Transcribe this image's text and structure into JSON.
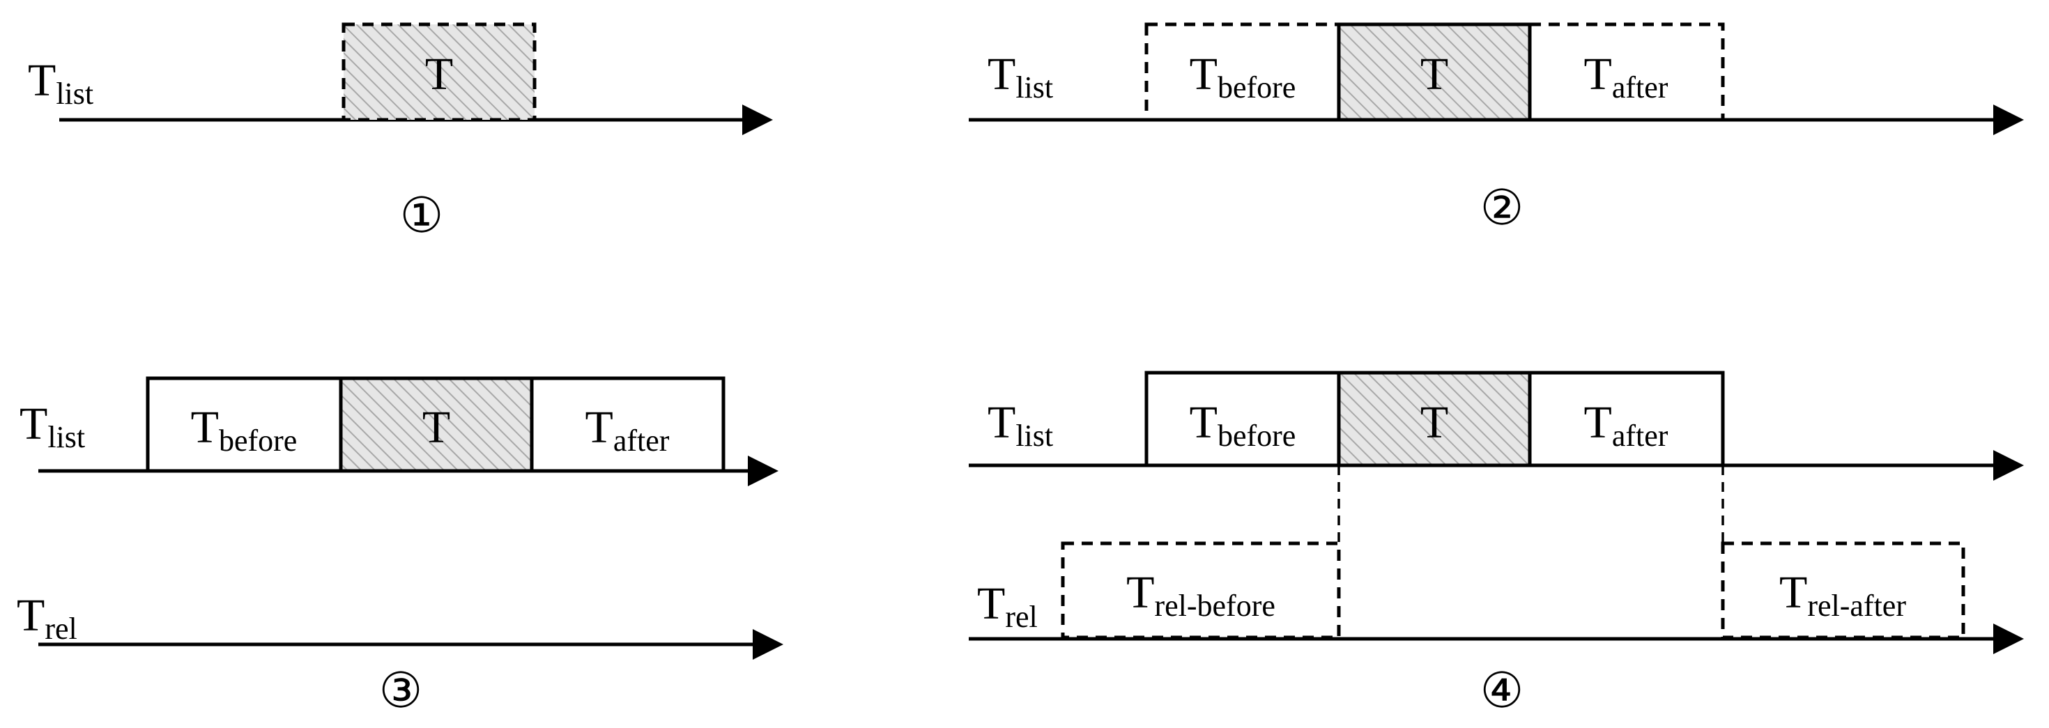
{
  "panels": {
    "p1": {
      "number": "①",
      "row_label": {
        "main": "T",
        "sub": "list"
      },
      "box_label": "T"
    },
    "p2": {
      "number": "②",
      "row_label": {
        "main": "T",
        "sub": "list"
      },
      "boxes": {
        "before": {
          "main": "T",
          "sub": "before"
        },
        "center": "T",
        "after": {
          "main": "T",
          "sub": "after"
        }
      }
    },
    "p3": {
      "number": "③",
      "row_label": {
        "main": "T",
        "sub": "list"
      },
      "rel_label": {
        "main": "T",
        "sub": "rel"
      },
      "boxes": {
        "before": {
          "main": "T",
          "sub": "before"
        },
        "center": "T",
        "after": {
          "main": "T",
          "sub": "after"
        }
      }
    },
    "p4": {
      "number": "④",
      "row_label": {
        "main": "T",
        "sub": "list"
      },
      "rel_label": {
        "main": "T",
        "sub": "rel"
      },
      "boxes": {
        "before": {
          "main": "T",
          "sub": "before"
        },
        "center": "T",
        "after": {
          "main": "T",
          "sub": "after"
        },
        "rel_before": {
          "main": "T",
          "sub": "rel-before"
        },
        "rel_after": {
          "main": "T",
          "sub": "rel-after"
        }
      }
    }
  },
  "colors": {
    "stroke": "#000000",
    "hatch_bg": "#e6e6e6",
    "hatch_line": "#a8a8a8"
  }
}
